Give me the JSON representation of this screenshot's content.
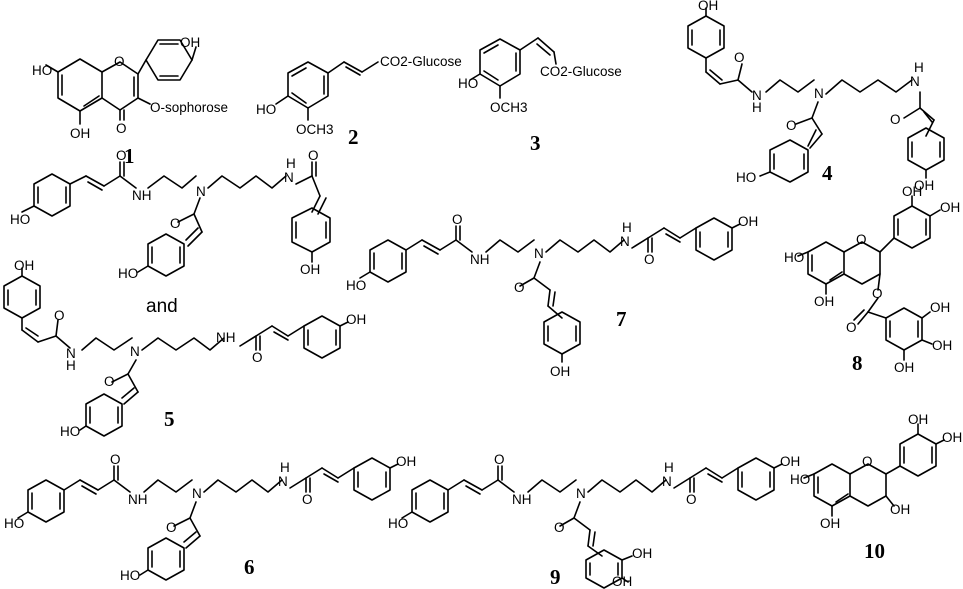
{
  "labels": {
    "OH": "OH",
    "HO": "HO",
    "O": "O",
    "N": "N",
    "NH": "NH",
    "H": "H",
    "OCH3": "OCH3",
    "O_sophorose": "O-sophorose",
    "CO2_glucose": "CO2-Glucose",
    "and": "and"
  },
  "compounds": {
    "c1": "1",
    "c2": "2",
    "c3": "3",
    "c4": "4",
    "c5": "5",
    "c6": "6",
    "c7": "7",
    "c8": "8",
    "c9": "9",
    "c10": "10"
  }
}
